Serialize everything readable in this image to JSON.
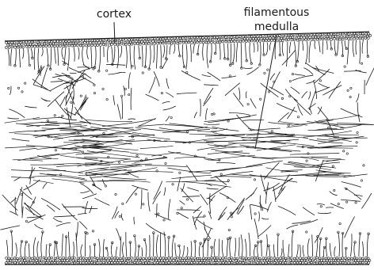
{
  "labels": {
    "cortex": "cortex",
    "medulla_line1": "filamentous",
    "medulla_line2": "medulla"
  },
  "colors": {
    "ink": "#1a1a1a",
    "paper": "#ffffff"
  }
}
